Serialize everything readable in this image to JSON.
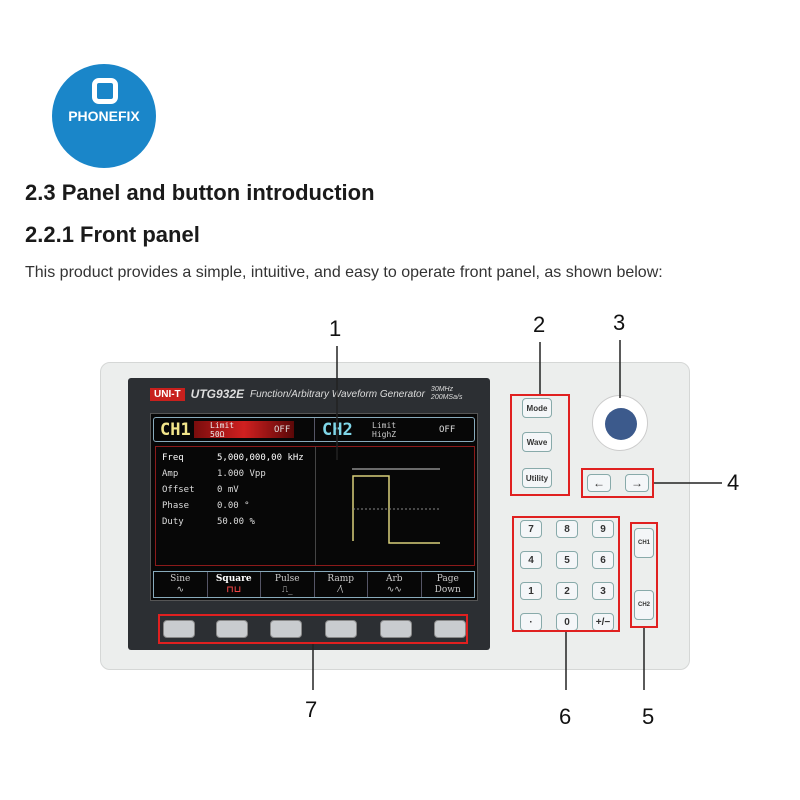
{
  "logo": {
    "text": "PHONEFIX"
  },
  "heading1": "2.3 Panel and button introduction",
  "heading2": "2.2.1 Front panel",
  "intro": "This product provides a simple, intuitive, and easy to operate front panel, as shown below:",
  "callouts": [
    "1",
    "2",
    "3",
    "4",
    "5",
    "6",
    "7"
  ],
  "device": {
    "brand": "UNI-T",
    "model": "UTG932E",
    "description": "Function/Arbitrary Waveform Generator",
    "spec1": "30MHz",
    "spec2": "200MSa/s",
    "ch1": {
      "label": "CH1",
      "limit_label": "Limit",
      "limit": "50Ω",
      "state": "OFF"
    },
    "ch2": {
      "label": "CH2",
      "limit_label": "Limit",
      "limit": "HighZ",
      "state": "OFF"
    },
    "params": [
      {
        "name": "Freq",
        "value": "5,000,000,00 kHz"
      },
      {
        "name": "Amp",
        "value": "1.000 Vpp"
      },
      {
        "name": "Offset",
        "value": "0 mV"
      },
      {
        "name": "Phase",
        "value": "0.00 °"
      },
      {
        "name": "Duty",
        "value": "50.00 %"
      }
    ],
    "softkeys": [
      {
        "l1": "Sine",
        "l2": "∿"
      },
      {
        "l1": "Square",
        "l2": "⊓⊔"
      },
      {
        "l1": "Pulse",
        "l2": "⎍_"
      },
      {
        "l1": "Ramp",
        "l2": "⁄\\"
      },
      {
        "l1": "Arb",
        "l2": "∿∿"
      },
      {
        "l1": "Page",
        "l2": "Down"
      }
    ],
    "menu_buttons": [
      "Mode",
      "Wave",
      "Utility"
    ],
    "arrows": [
      "←",
      "→"
    ],
    "keypad": [
      "7",
      "8",
      "9",
      "4",
      "5",
      "6",
      "1",
      "2",
      "3",
      "·",
      "0",
      "+/−"
    ],
    "channel_buttons": [
      "CH1",
      "CH2"
    ]
  }
}
